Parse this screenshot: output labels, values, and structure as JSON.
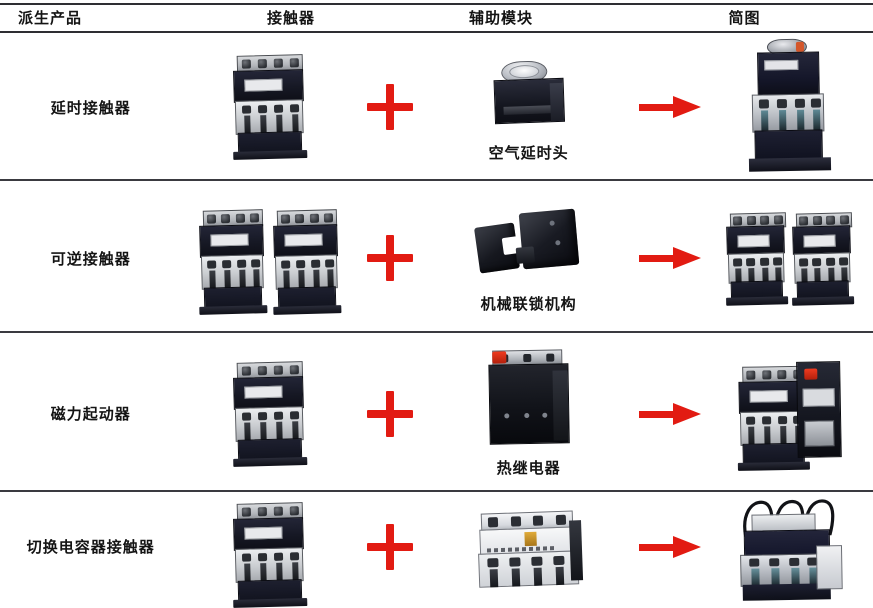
{
  "table": {
    "headers": [
      {
        "label": "派生产品",
        "name": "derived-product"
      },
      {
        "label": "接触器",
        "name": "contactor"
      },
      {
        "label": "辅助模块",
        "name": "auxiliary-module"
      },
      {
        "label": "简图",
        "name": "schematic"
      }
    ],
    "symbols": {
      "plus": "+",
      "arrow": "→",
      "plus_color": "#e21b12",
      "arrow_color": "#e21b12"
    },
    "rows": [
      {
        "label": "延时接触器",
        "contactor_alt": "交流接触器照片",
        "aux_caption": "空气延时头",
        "aux_alt": "空气延时头照片",
        "result_alt": "带延时头的接触器照片"
      },
      {
        "label": "可逆接触器",
        "contactor_alt": "两台交流接触器照片",
        "aux_caption": "机械联锁机构",
        "aux_alt": "机械联锁机构照片",
        "result_alt": "可逆接触器组合照片"
      },
      {
        "label": "磁力起动器",
        "contactor_alt": "交流接触器照片",
        "aux_caption": "热继电器",
        "aux_alt": "热继电器照片",
        "result_alt": "磁力起动器照片"
      },
      {
        "label": "切换电容器接触器",
        "contactor_alt": "交流接触器照片",
        "aux_caption": "",
        "aux_alt": "辅助触头模块照片",
        "result_alt": "切换电容器接触器照片"
      }
    ]
  }
}
